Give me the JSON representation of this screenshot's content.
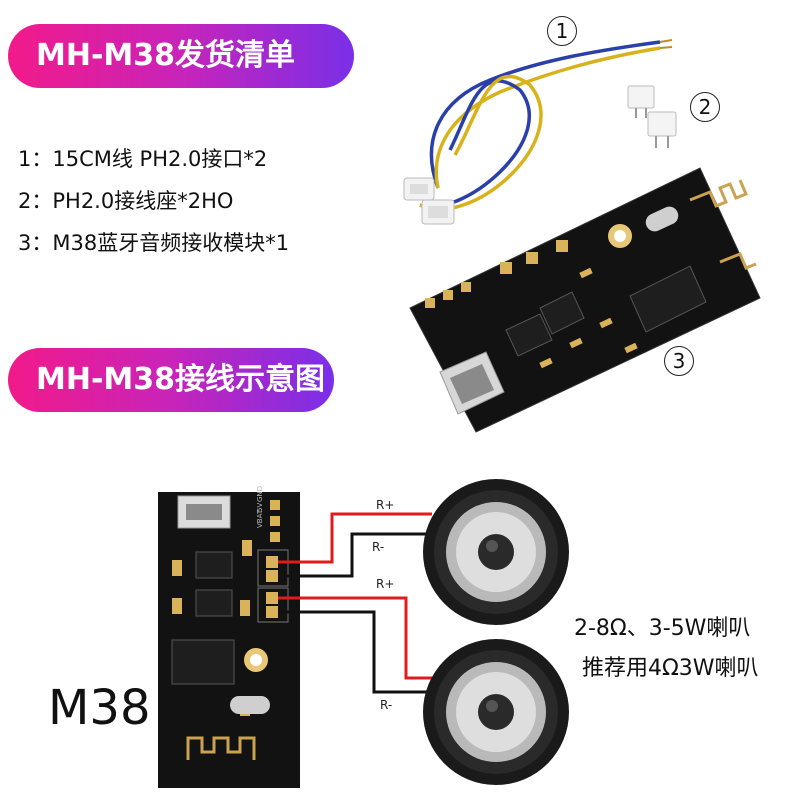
{
  "header1": "MH-M38发货清单",
  "packing_list": [
    "1：15CM线 PH2.0接口*2",
    "2：PH2.0接线座*2HO",
    "3：M38蓝牙音频接收模块*1"
  ],
  "header2": "MH-M38接线示意图",
  "callouts": [
    "1",
    "2",
    "3"
  ],
  "board_pins": [
    "VBAT",
    "5V",
    "GND"
  ],
  "wire_labels": {
    "r1p": "R+",
    "r1m": "R-",
    "r2p": "R+",
    "r2m": "R-"
  },
  "model_label": "M38",
  "speaker_spec": {
    "line1": "2-8Ω、3-5W喇叭",
    "line2": "推荐用4Ω3W喇叭"
  },
  "colors": {
    "pill_start": "#f21a8a",
    "pill_end": "#7a2fe8",
    "wire_red": "#e11b1b",
    "wire_black": "#111111"
  }
}
